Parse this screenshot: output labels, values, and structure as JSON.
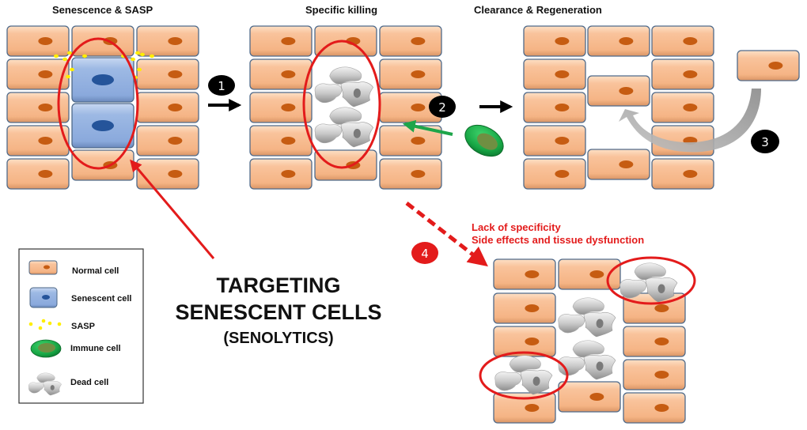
{
  "panels": {
    "senescence": {
      "title": "Senescence & SASP"
    },
    "killing": {
      "title": "Specific killing"
    },
    "clearance": {
      "title": "Clearance & Regeneration"
    }
  },
  "steps": [
    "1",
    "2",
    "3",
    "4"
  ],
  "center_label": {
    "line1": "TARGETING",
    "line2": "SENESCENT CELLS",
    "line3": "(SENOLYTICS)"
  },
  "warning": {
    "line1": "Lack of specificity",
    "line2": "Side effects and tissue dysfunction"
  },
  "legend": {
    "items": [
      {
        "label": "Normal cell",
        "icon": "normal-cell-icon"
      },
      {
        "label": "Senescent cell",
        "icon": "senescent-cell-icon"
      },
      {
        "label": "SASP",
        "icon": "sasp-dots-icon"
      },
      {
        "label": "Immune cell",
        "icon": "immune-cell-icon"
      },
      {
        "label": "Dead cell",
        "icon": "dead-cell-icon"
      }
    ]
  },
  "colors": {
    "normal_cell": "#f9c096",
    "normal_nucleus": "#c65c12",
    "senescent_cell": "#95b3e0",
    "senescent_nucleus": "#25549a",
    "sasp": "#ffee00",
    "immune_cell": "#1faa4a",
    "highlight_ring": "#e31b1b",
    "green_arrow": "#1ea54a",
    "regen_arrow": "#9a9a9a"
  }
}
